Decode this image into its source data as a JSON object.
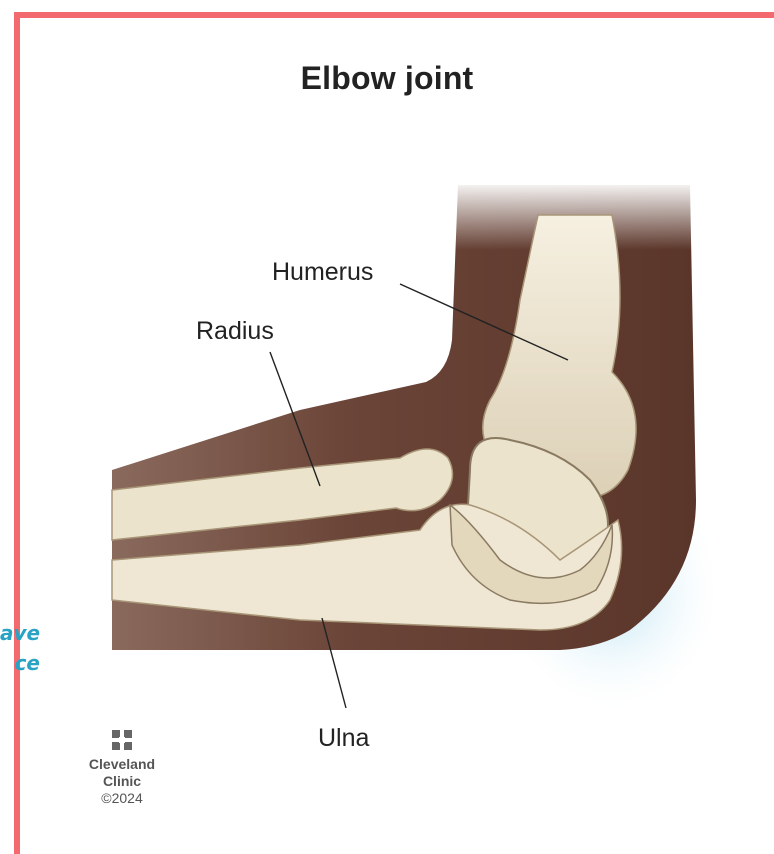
{
  "title": "Elbow joint",
  "labels": {
    "humerus": "Humerus",
    "radius": "Radius",
    "ulna": "Ulna"
  },
  "side_text": {
    "line1": "ave",
    "line2": "ce"
  },
  "logo": {
    "name_line1": "Cleveland",
    "name_line2": "Clinic",
    "copyright": "©2024"
  },
  "colors": {
    "frame": "#f26a6e",
    "skin": "#6b4538",
    "bone": "#efe7d3",
    "side_text": "#29a3c4"
  }
}
